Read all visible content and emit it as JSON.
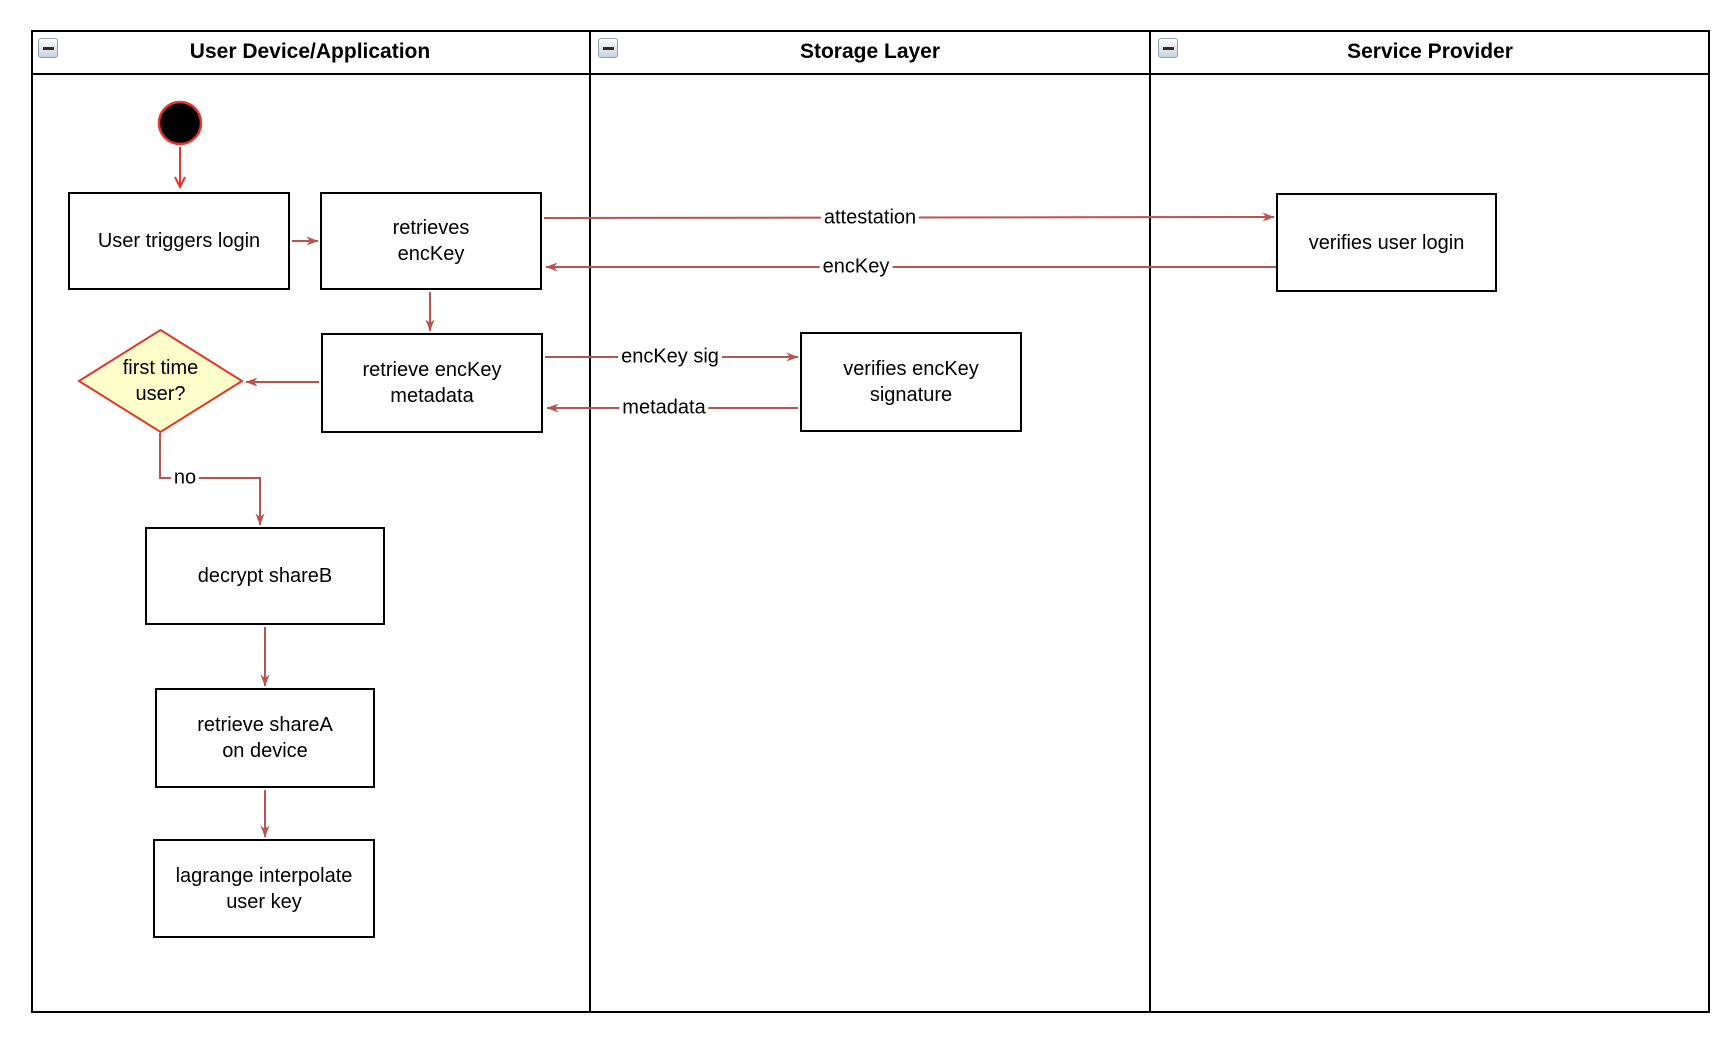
{
  "diagram": {
    "lanes": [
      {
        "title": "User Device/Application"
      },
      {
        "title": "Storage Layer"
      },
      {
        "title": "Service Provider"
      }
    ],
    "nodes": {
      "user_triggers_login": {
        "label": "User triggers login"
      },
      "retrieves_enckey": {
        "label": "retrieves\nencKey"
      },
      "retrieve_enckey_metadata": {
        "label": "retrieve encKey\nmetadata"
      },
      "first_time_user": {
        "label": "first time\nuser?"
      },
      "decrypt_shareb": {
        "label": "decrypt shareB"
      },
      "retrieve_sharea": {
        "label": "retrieve shareA\non device"
      },
      "lagrange_interpolate": {
        "label": "lagrange interpolate\nuser key"
      },
      "verifies_enckey_signature": {
        "label": "verifies encKey\nsignature"
      },
      "verifies_user_login": {
        "label": "verifies user login"
      }
    },
    "edge_labels": {
      "attestation": "attestation",
      "enckey": "encKey",
      "enckey_sig": "encKey sig",
      "metadata": "metadata",
      "no": "no"
    },
    "colors": {
      "flow_arrow": "#b85450",
      "highlight_red": "#e8342a",
      "decision_fill": "#ffffcc",
      "node_border": "#000000",
      "background": "#ffffff"
    }
  }
}
